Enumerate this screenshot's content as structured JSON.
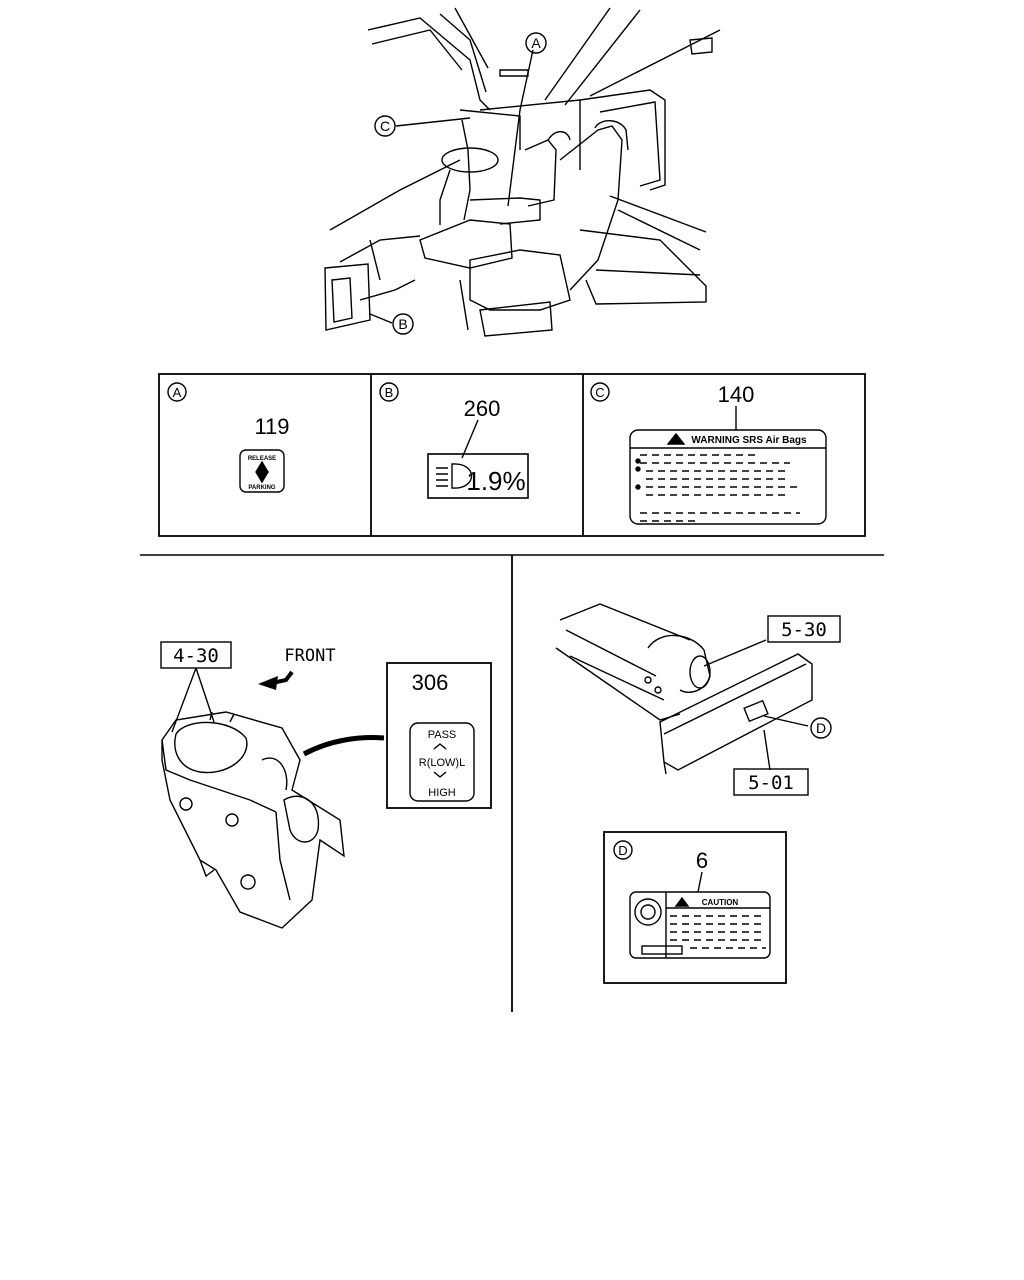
{
  "callouts": {
    "a": "A",
    "b": "B",
    "c": "C",
    "d": "D"
  },
  "panel_a": {
    "letter": "A",
    "part_number": "119",
    "label_top": "RELEASE",
    "label_bottom": "PARKING"
  },
  "panel_b": {
    "letter": "B",
    "part_number": "260",
    "gauge_text": "1.9%"
  },
  "panel_c": {
    "letter": "C",
    "part_number": "140",
    "label_title": "WARNING SRS Air Bags"
  },
  "left_section": {
    "part_ref": "4-30",
    "direction": "FRONT",
    "switch_part_number": "306",
    "switch_pass": "PASS",
    "switch_middle": "R(LOW)L",
    "switch_high": "HIGH"
  },
  "right_section": {
    "part_ref_top": "5-30",
    "part_ref_bottom": "5-01",
    "callout": "D"
  },
  "panel_d": {
    "letter": "D",
    "part_number": "6",
    "label_title": "CAUTION"
  }
}
